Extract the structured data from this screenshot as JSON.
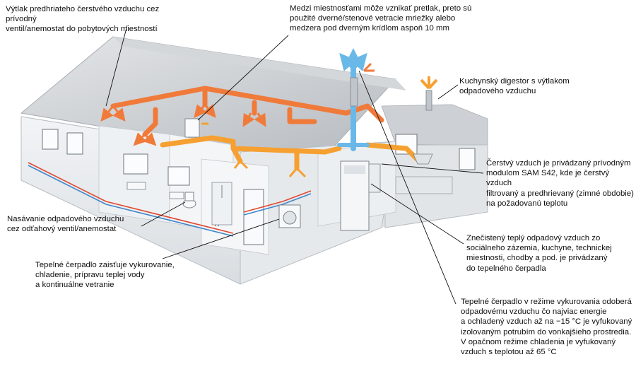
{
  "labels": {
    "l1": "Výtlak predhriateho čerstvého vzduchu cez prívodný\nventil/anemostat do pobytových miestností",
    "l2": "Medzi miestnosťami môže vznikať pretlak, preto sú\npoužité dverné/stenové vetracie mriežky alebo\nmedzera pod dverným krídlom aspoň 10 mm",
    "l3": "Kuchynský digestor s výtlakom\nodpadového vzduchu",
    "l4": "Čerstvý vzduch je privádzaný prívodným\nmodulom SAM S42, kde je čerstvý vzduch\nfiltrovaný a predhrievaný (zimné obdobie)\nna požadovanú teplotu",
    "l5": "Nasávanie odpadového vzduchu\ncez odťahový ventil/anemostat",
    "l6": "Tepelné čerpadlo zaisťuje vykurovanie,\nchladenie, prípravu teplej vody\na kontinuálne vetranie",
    "l7": "Znečistený teplý odpadový vzduch zo\nsociálneho zázemia, kuchyne, technickej\nmiestnosti, chodby a pod. je privádzaný\ndo tepelného čerpadla",
    "l8": "Tepelné čerpadlo v režime vykurovania odoberá\nodpadovému vzduchu čo najviac energie\na ochladený vzduch až na −15 °C je vyfukovaný\nizolovaným potrubím do vonkajšieho prostredia.\nV opačnom režime chladenia je vyfukovaný\nvzduch s teplotou až 65 °C"
  },
  "colors": {
    "fresh_air_duct": "#f07a3a",
    "supply_duct": "#f5a030",
    "exhaust_air": "#6ab8e8",
    "water_hot": "#e2462e",
    "water_cold": "#3d86cc",
    "wall": "#e9ecef",
    "roof": "#c9cdd1",
    "leader_line": "#111111"
  },
  "icons": {
    "heat_pump": "heat-pump-unit-icon",
    "washing_machine": "washing-machine-icon",
    "toilet": "toilet-icon",
    "shower": "shower-icon",
    "kitchen_hood": "kitchen-hood-icon",
    "radiator": "radiator-icon"
  }
}
